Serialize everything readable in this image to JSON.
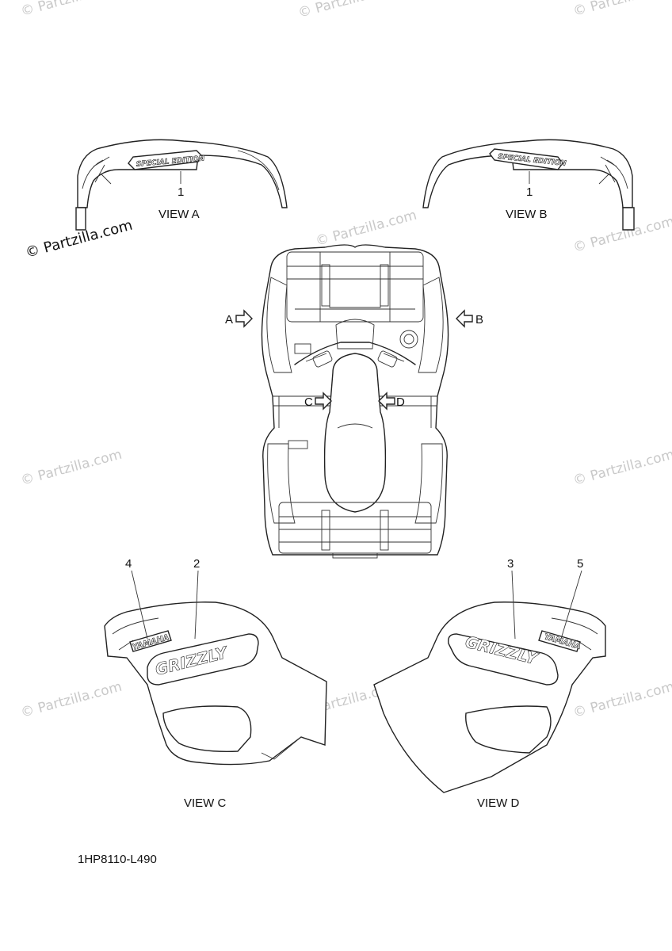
{
  "watermarks": {
    "text": "© Partzilla.com",
    "main": "© Partzilla.com"
  },
  "views": {
    "a": "VIEW A",
    "b": "VIEW B",
    "c": "VIEW C",
    "d": "VIEW D"
  },
  "arrows": {
    "a": "A",
    "b": "B",
    "c": "C",
    "d": "D"
  },
  "callouts": {
    "a": "1",
    "b": "1",
    "c_left": "4",
    "c_right": "2",
    "d_left": "3",
    "d_right": "5"
  },
  "decals": {
    "special_edition": "SPECIAL EDITION",
    "brand": "YAMAHA",
    "model": "GRIZZLY"
  },
  "diagram_code": "1HP8110-L490"
}
